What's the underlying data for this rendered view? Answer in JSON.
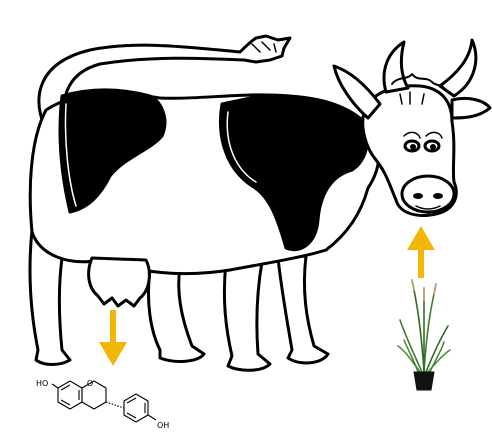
{
  "diagram": {
    "molecule": {
      "label_left": "HO",
      "label_right": "OH"
    },
    "colors": {
      "arrow": "#F2B705",
      "outline": "#000000",
      "patch": "#000000",
      "body": "#ffffff",
      "plant_green": "#3f7d2c",
      "plant_pot": "#111111"
    },
    "icons": [
      "cow-illustration",
      "grass-plant-icon",
      "molecule-structure",
      "arrow-up-icon",
      "arrow-down-icon"
    ]
  }
}
